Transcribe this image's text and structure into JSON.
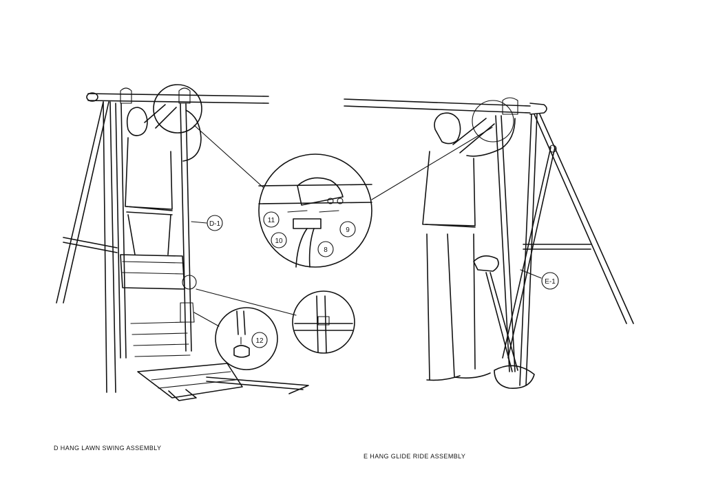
{
  "captions": {
    "left": "D HANG LAWN SWING ASSEMBLY",
    "right": "E HANG GLIDE RIDE ASSEMBLY"
  },
  "callouts": {
    "part_d1": "D-1",
    "part_e1": "E-1",
    "part_8": "8",
    "part_9": "9",
    "part_10": "10",
    "part_11": "11",
    "part_12": "12"
  }
}
